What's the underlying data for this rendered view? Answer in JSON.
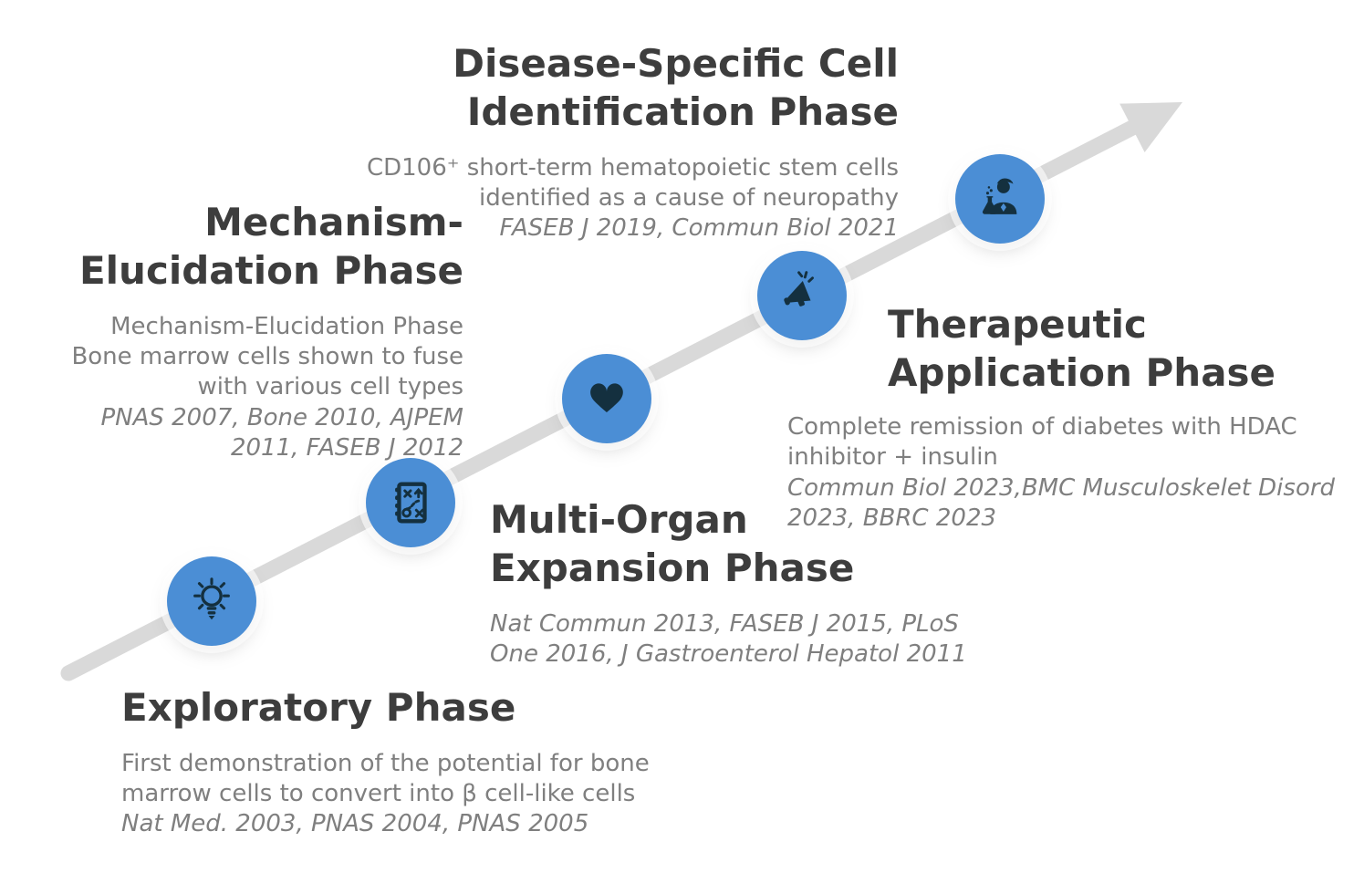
{
  "colors": {
    "node_blue": "#4b8ed5",
    "icon_navy": "#14303f",
    "arrow_gray": "#d9d9d9",
    "title_gray": "#3d3d3d",
    "body_gray": "#7f7f7f"
  },
  "timeline": {
    "direction": "bottom-left to top-right ascending arrow",
    "node_count": 5
  },
  "phases": [
    {
      "id": "exploratory",
      "icon": "lightbulb-icon",
      "title": "Exploratory Phase",
      "description": "First demonstration of the potential for bone\nmarrow cells to convert into β cell-like cells",
      "citations": "Nat Med. 2003, PNAS 2004, PNAS 2005"
    },
    {
      "id": "mechanism-elucidation",
      "icon": "strategy-notebook-icon",
      "title": "Mechanism-\nElucidation Phase",
      "description": "Mechanism-Elucidation Phase\nBone marrow cells shown to fuse\nwith various cell types",
      "citations": "PNAS 2007, Bone 2010, AJPEM\n2011, FASEB J 2012"
    },
    {
      "id": "multi-organ-expansion",
      "icon": "heart-icon",
      "title": "Multi-Organ\nExpansion Phase",
      "description": "",
      "citations": "Nat Commun 2013, FASEB J 2015, PLoS\nOne 2016, J Gastroenterol Hepatol 2011"
    },
    {
      "id": "disease-specific-identification",
      "icon": "megaphone-icon",
      "title": "Disease-Specific Cell\nIdentification Phase",
      "description": "CD106⁺ short-term hematopoietic stem cells\nidentified as a cause of neuropathy",
      "citations": "FASEB J 2019, Commun Biol 2021"
    },
    {
      "id": "therapeutic-application",
      "icon": "scientist-flask-icon",
      "title": "Therapeutic\nApplication Phase",
      "description": "Complete remission of diabetes with HDAC\ninhibitor + insulin",
      "citations": "Commun Biol 2023,BMC Musculoskelet Disord\n2023, BBRC 2023"
    }
  ]
}
